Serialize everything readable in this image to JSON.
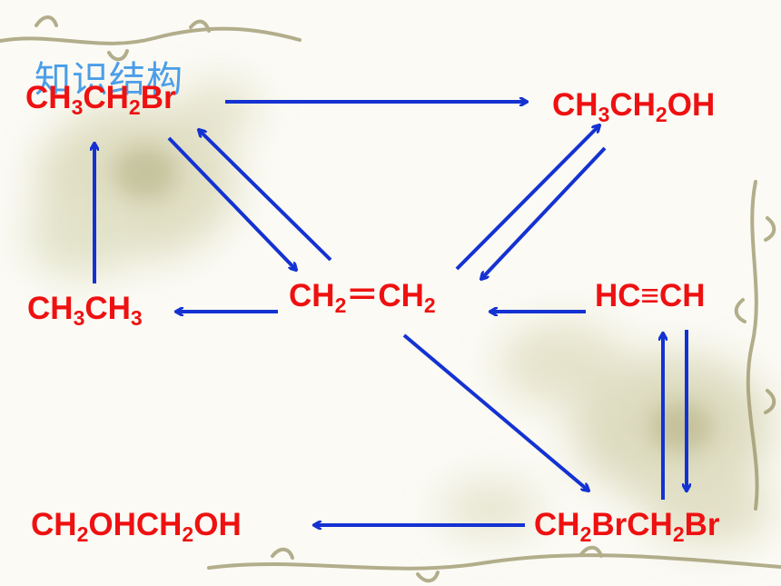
{
  "title": "知识结构",
  "colors": {
    "formula": "#ee1111",
    "arrow": "#1432d2",
    "title": "#4a9ee8",
    "vine": "#9a9468"
  },
  "compounds": {
    "ethyl_bromide": {
      "p1": "CH",
      "s1": "3",
      "p2": "CH",
      "s2": "2",
      "p3": "Br"
    },
    "ethanol": {
      "p1": "CH",
      "s1": "3",
      "p2": "CH",
      "s2": "2",
      "p3": "OH"
    },
    "ethane": {
      "p1": "CH",
      "s1": "3",
      "p2": "CH",
      "s2": "3"
    },
    "ethylene": {
      "p1": "CH",
      "s1": "2",
      "p2": "＝CH",
      "s2": "2"
    },
    "acetylene": {
      "text": "HC≡CH"
    },
    "ethylene_glycol": {
      "p1": "CH",
      "s1": "2",
      "p2": "OHCH",
      "s2": "2",
      "p3": "OH"
    },
    "dibromoethane": {
      "p1": "CH",
      "s1": "2",
      "p2": "BrCH",
      "s2": "2",
      "p3": "Br"
    }
  },
  "arrows": [
    {
      "from": "CH3CH2Br",
      "to": "CH3CH2OH"
    },
    {
      "from": "CH3CH2Br",
      "to": "CH2=CH2"
    },
    {
      "from": "CH2=CH2",
      "to": "CH3CH2Br"
    },
    {
      "from": "CH3CH3",
      "to": "CH3CH2Br"
    },
    {
      "from": "CH2=CH2",
      "to": "CH3CH2OH"
    },
    {
      "from": "CH3CH2OH",
      "to": "CH2=CH2"
    },
    {
      "from": "CH2=CH2",
      "to": "CH3CH3"
    },
    {
      "from": "HC≡CH",
      "to": "CH2=CH2"
    },
    {
      "from": "CH2=CH2",
      "to": "CH2BrCH2Br"
    },
    {
      "from": "HC≡CH",
      "to": "CH2BrCH2Br"
    },
    {
      "from": "CH2BrCH2Br",
      "to": "HC≡CH"
    },
    {
      "from": "CH2BrCH2Br",
      "to": "CH2OHCH2OH"
    }
  ]
}
